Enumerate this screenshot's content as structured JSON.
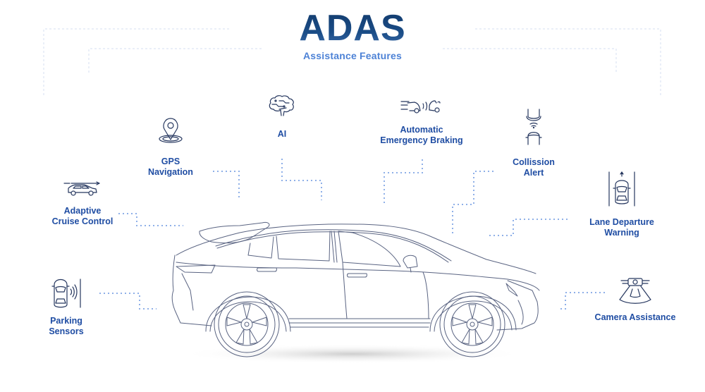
{
  "header": {
    "title": "ADAS",
    "subtitle": "Assistance Features"
  },
  "colors": {
    "title": "#123a6b",
    "subtitle": "#4d82d6",
    "label": "#1f4da3",
    "icon_stroke": "#26375f",
    "connector": "#8fb0e8",
    "frame": "#d4dff2",
    "car_stroke": "#5a6482"
  },
  "features": [
    {
      "id": "adaptive-cruise-control",
      "label": "Adaptive\nCruise Control",
      "icon": "car-arrow-icon"
    },
    {
      "id": "gps-navigation",
      "label": "GPS\nNavigation",
      "icon": "map-pin-icon"
    },
    {
      "id": "ai",
      "label": "AI",
      "icon": "brain-circuit-icon"
    },
    {
      "id": "automatic-emergency-braking",
      "label": "Automatic\nEmergency Braking",
      "icon": "braking-cars-icon"
    },
    {
      "id": "collision-alert",
      "label": "Collission\nAlert",
      "icon": "collision-cars-icon"
    },
    {
      "id": "lane-departure-warning",
      "label": "Lane Departure\nWarning",
      "icon": "lane-car-icon"
    },
    {
      "id": "parking-sensors",
      "label": "Parking\nSensors",
      "icon": "parking-sensor-icon"
    },
    {
      "id": "camera-assistance",
      "label": "Camera Assistance",
      "icon": "camera-cone-icon"
    }
  ]
}
